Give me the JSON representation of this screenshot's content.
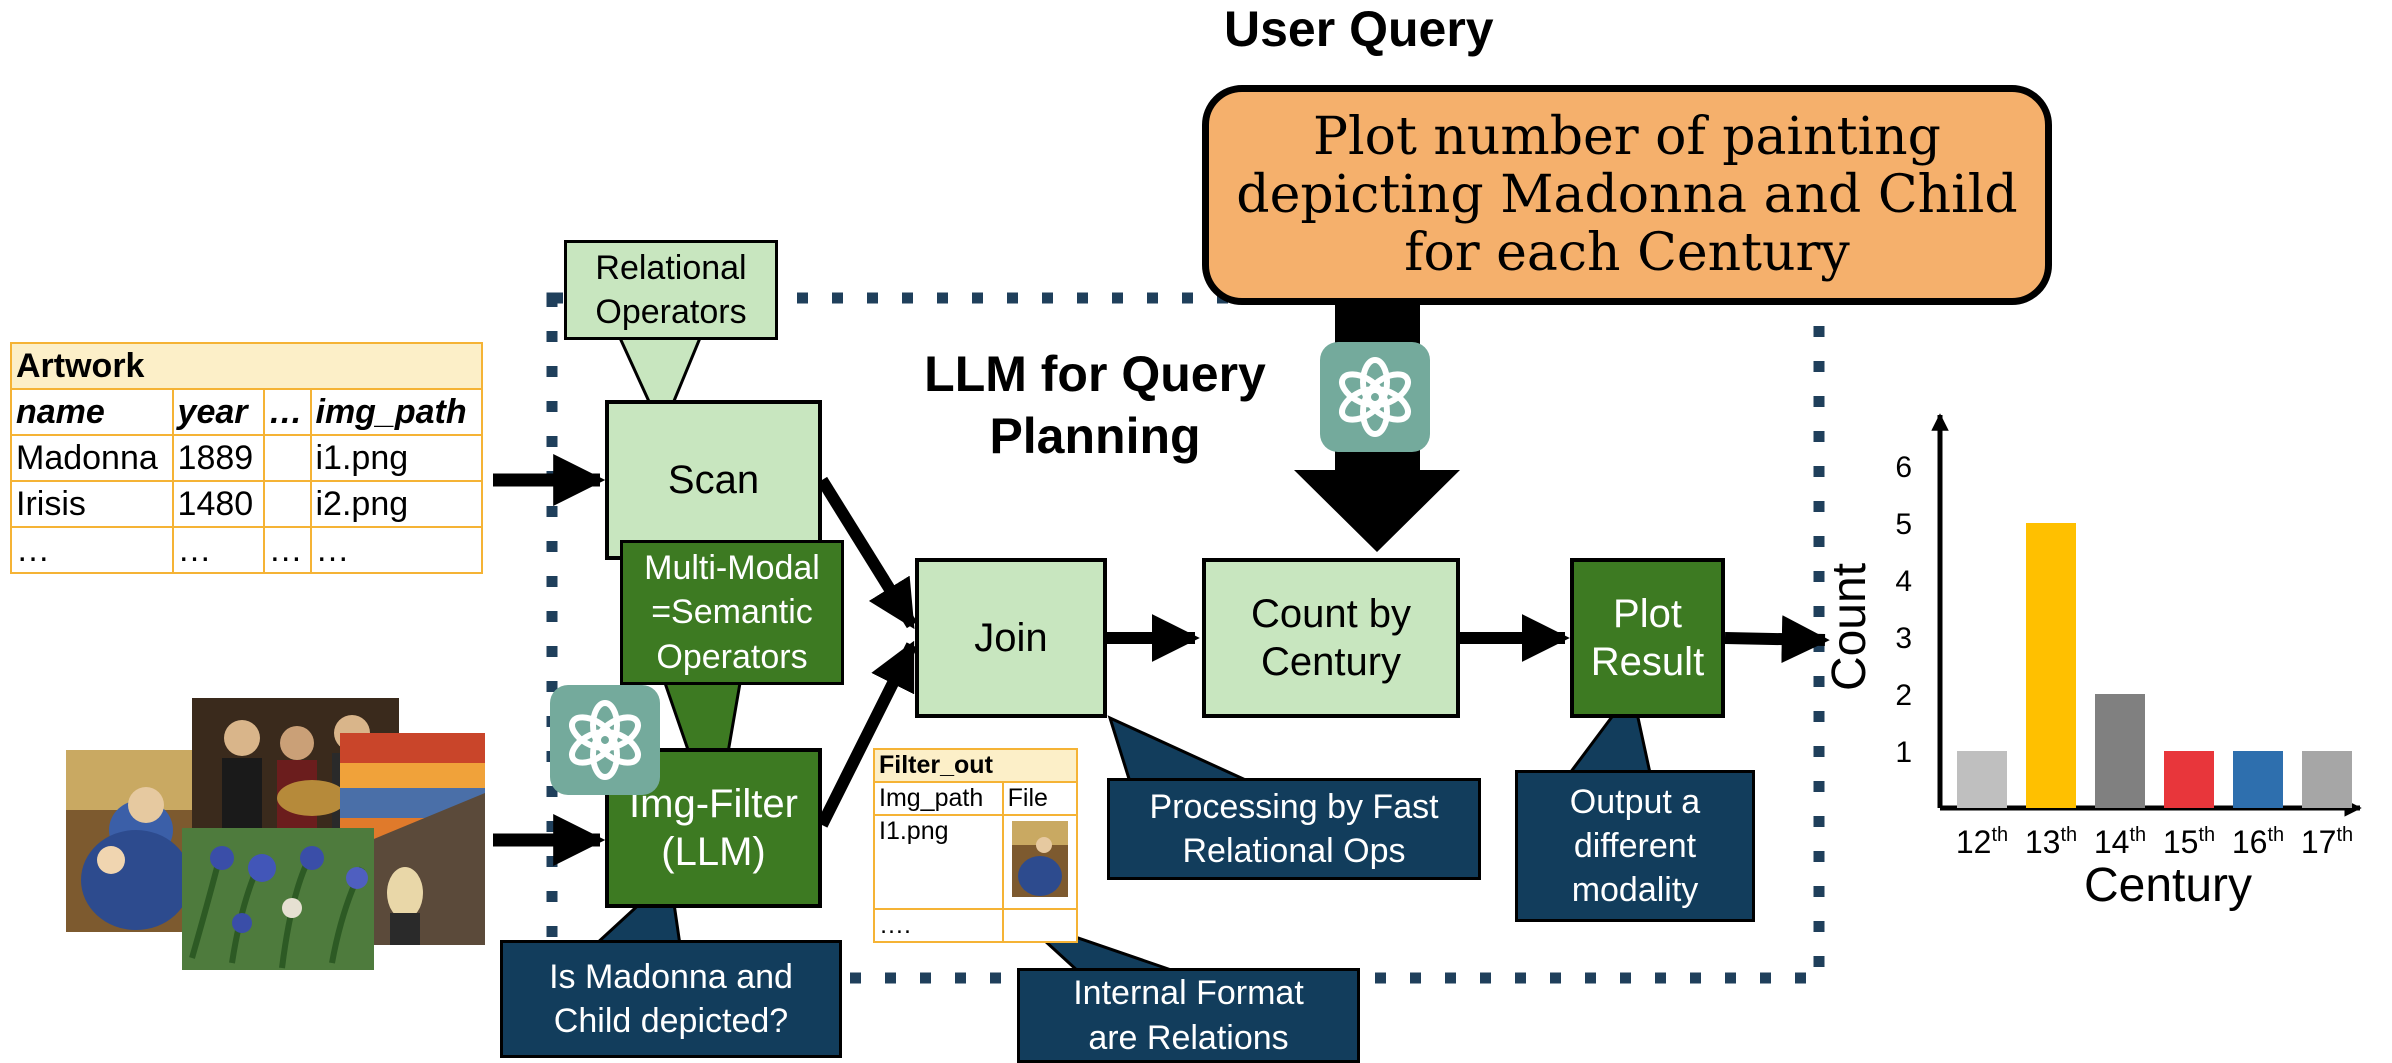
{
  "user_query": {
    "heading": "User Query",
    "text": "Plot number of painting\ndepicting Madonna and Child\nfor each Century"
  },
  "planning_label": "LLM for Query\nPlanning",
  "operators": {
    "scan": "Scan",
    "img_filter": "Img-Filter\n(LLM)",
    "join": "Join",
    "count": "Count by\nCentury",
    "plot": "Plot\nResult"
  },
  "notes": {
    "relational": "Relational\nOperators",
    "multimodal": "Multi-Modal\n=Semantic\nOperators",
    "is_madonna": "Is Madonna and\nChild depicted?",
    "processing": "Processing by Fast\nRelational Ops",
    "internal": "Internal Format\nare Relations",
    "output": "Output a\ndifferent\nmodality"
  },
  "artwork_table": {
    "title": "Artwork",
    "columns": [
      "name",
      "year",
      "…",
      "img_path"
    ],
    "rows": [
      [
        "Madonna",
        "1889",
        "",
        "i1.png"
      ],
      [
        "Irisis",
        "1480",
        "",
        "i2.png"
      ],
      [
        "…",
        "…",
        "…",
        "…"
      ]
    ]
  },
  "filter_table": {
    "title": "Filter_out",
    "columns": [
      "Img_path",
      "File"
    ],
    "rows": [
      [
        "I1.png",
        ""
      ],
      [
        "….",
        ""
      ]
    ]
  },
  "icons": {
    "llm": "openai-logo-icon",
    "paintings": "painting-thumbnail-icon"
  },
  "colors": {
    "query_fill": "#f5b06c",
    "op_light": "#c8e6bf",
    "op_dark": "#3d7a22",
    "note_navy": "#123d5c",
    "dotted_border": "#1f3f5b",
    "table_border": "#f5b335",
    "gpt": "#74aa9c"
  },
  "chart_data": {
    "type": "bar",
    "categories": [
      "12th",
      "13th",
      "14th",
      "15th",
      "16th",
      "17th"
    ],
    "values": [
      1,
      5,
      2,
      1,
      1,
      1
    ],
    "colors": [
      "#bfbfbf",
      "#ffc000",
      "#808080",
      "#e8363b",
      "#2e6fae",
      "#a6a6a6"
    ],
    "xlabel": "Century",
    "ylabel": "Count",
    "yticks": [
      1,
      2,
      3,
      4,
      5,
      6
    ],
    "ylim": [
      0,
      6.5
    ]
  }
}
